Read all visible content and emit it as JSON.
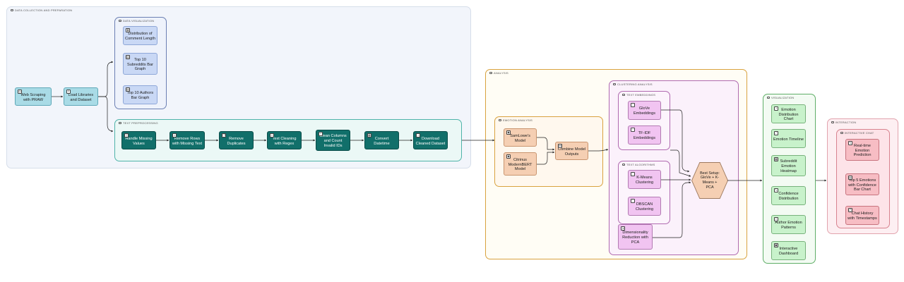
{
  "groups": {
    "data_collection": "DATA COLLECTION AND PREPARATION",
    "data_viz": "DATA VISUALIZATION",
    "text_pre": "TEXT PREPROCESSING",
    "analysis": "ANALYSIS",
    "emotion": "EMOTION ANALYSIS",
    "clustering": "CLUSTERING ANALYSIS",
    "text_embed": "TEXT EMBEDDINGS",
    "text_algo": "TEXT ALGORITHMS",
    "visualization": "VISUALIZATION",
    "interaction": "INTERACTION",
    "interactive_chat": "INTERACTIVE CHAT"
  },
  "nodes": {
    "web_scraping": "Web Scraping with PRAW",
    "load_libs": "Load Libraries and Dataset",
    "dist_comment": "Distribution of Comment Length",
    "top10_subreddits": "Top 10 Subreddits Bar Graph",
    "top10_authors": "Top 10 Authors Bar Graph",
    "handle_missing": "Handle Missing Values",
    "remove_rows": "Remove Rows with Missing Text",
    "remove_duplicates": "Remove Duplicates",
    "text_cleaning": "Text Cleaning with Regex",
    "clean_columns": "Clean Columns and Count Invalid IDs",
    "convert_datetime": "Convert Datetime",
    "download_cleaned": "Download Cleaned Dataset",
    "samlowe": "SamLowe's Model",
    "citrinus": "Citrinus ModernBERT Model",
    "combine": "Combine Model Outputs",
    "glove": "GloVe Embeddings",
    "tfidf": "TF-IDF Embeddings",
    "kmeans": "K-Means Clustering",
    "dbscan": "DBSCAN Clustering",
    "pca": "Dimensionality Reduction with PCA",
    "best_setup": "Best Setup: GloVe + K-Means + PCA",
    "emotion_dist": "Emotion Distribution Chart",
    "emotion_timeline": "Emotion Timeline",
    "subreddit_heatmap": "Subreddit Emotion Heatmap",
    "confidence_dist": "Confidence Distribution",
    "author_patterns": "Author Emotion Patterns",
    "interactive_dashboard": "Interactive Dashboard",
    "realtime": "Real-time Emotion Prediction",
    "top5": "Top 5 Emotions with Confidence Bar Chart",
    "chat_history": "Chat History with Timestamps"
  },
  "colors": {
    "cyan": "#a9dbe6",
    "blue": "#c9d8f5",
    "teal": "#116f6a",
    "orange": "#f5cfb3",
    "pink": "#f1c4f1",
    "green": "#c8f2cb",
    "red": "#f7bdc4",
    "edge": "#222222"
  }
}
